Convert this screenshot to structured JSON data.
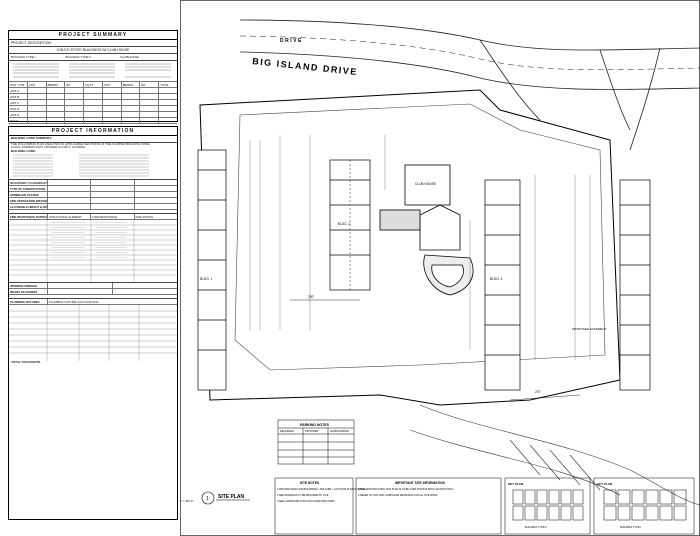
{
  "project_summary": {
    "title": "PROJECT SUMMARY",
    "description_label": "PROJECT DESCRIPTION",
    "description": "3 MULTI-STORY BUILDINGS W/ CLUB HOUSE",
    "building_type_1": "BUILDING TYPE I",
    "building_type_2": "BUILDING TYPE II",
    "clubhouse": "CLUBHOUSE",
    "total_label": "TOTAL",
    "unit_mix_label": "UNIT TYPE",
    "unit_rows": [
      "UNIT A",
      "UNIT B",
      "UNIT C",
      "UNIT D",
      "UNIT E",
      "TOTAL"
    ],
    "unit_cols": [
      "UNIT",
      "BEDRM",
      "BA",
      "SQ FT",
      "UNIT",
      "BEDRM",
      "BA",
      "TOTAL"
    ]
  },
  "project_information": {
    "title": "PROJECT INFORMATION",
    "code_summary": "BUILDING CODE SUMMARY:",
    "code_note": "THE FOLLOWING IS AN ANALYSIS OF APPLICABLE SECTIONS OF THE FLORIDA BUILDING CODE",
    "local_jurisdiction": "LOCAL JURISDICTION: ORANGE COUNTY, FLORIDA",
    "building_code": "BUILDING CODE:",
    "sections": [
      "OCCUPANCY CLASSIFICATION",
      "TYPE OF CONSTRUCTION",
      "SPRINKLER SYSTEM",
      "FIRE SEPARATION DISTANCE",
      "ALLOWABLE HEIGHT & AREA",
      "FIRE RESISTANCE RATINGS",
      "INTERIOR FINISHES",
      "MEANS OF EGRESS",
      "PLUMBING FIXTURES"
    ],
    "rating_headers": [
      "STRUCTURAL ELEMENT",
      "FIRE RESISTANCE",
      "FIRE RATING"
    ],
    "fixture_title": "PLUMBING FIXTURE CALCULATIONS",
    "egress_title": "TOTAL OCCUPANTS"
  },
  "plan": {
    "road_name_top": "DRIVE",
    "road_name_main": "BIG ISLAND DRIVE",
    "title": "SITE PLAN",
    "number": "1",
    "scale": "1\" = 100'-0\"",
    "dim_a": "220'",
    "dim_b": "270'",
    "easement": "PROPOSED EASEMENT",
    "bldg_labels": [
      "BLDG. 1",
      "BLDG. 2",
      "BLDG. 3",
      "CLUB HOUSE"
    ],
    "parking_title": "PARKING NOTES",
    "parking_headers": [
      "REQUIRED",
      "PROVIDED",
      "HANDICAPPED"
    ]
  },
  "notes": {
    "site_notes_title": "SITE NOTES",
    "site_notes": [
      "1.PROVIDE SIGNS (HANDICAPPED) + BOLLARD + LOCATION AT EACH SPACE",
      "2.SEE DRAWINGS TO BE PROVIDED BY CIVIL",
      "3.SEE LANDSCAPE PLAN FOR LANDSCAPE ITEMS"
    ],
    "important_title": "IMPORTANT SITE INFORMATION",
    "important_notes": [
      "1.THE ARCHITECTURAL SITE PLAN IS TO BE USED FOR BUILDING LOCATION ONLY.",
      "2.REFER TO CIVIL AND LANDSCAPE DRAWINGS FOR ALL SITE WORK."
    ]
  },
  "key_plans": {
    "left_title": "KEY PLAN",
    "right_title": "KEY PLAN",
    "left_caption": "BUILDING TYPE II",
    "right_caption": "BUILDING TYPE I"
  }
}
